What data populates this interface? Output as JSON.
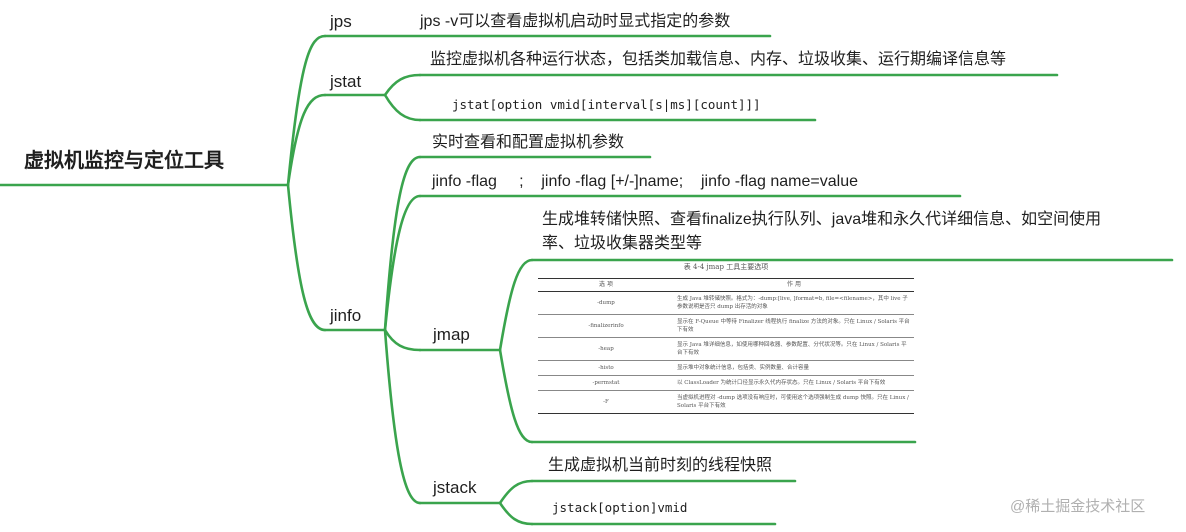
{
  "root": "虚拟机监控与定位工具",
  "nodes": {
    "jps": {
      "label": "jps",
      "desc": "jps -v可以查看虚拟机启动时显式指定的参数"
    },
    "jstat": {
      "label": "jstat",
      "desc": "监控虚拟机各种运行状态，包括类加载信息、内存、垃圾收集、运行期编译信息等",
      "code": "jstat[option vmid[interval[s|ms][count]]]"
    },
    "jinfo": {
      "label": "jinfo",
      "desc": "实时查看和配置虚拟机参数",
      "usage": "jinfo -flag     ;    jinfo -flag [+/-]name;    jinfo -flag name=value"
    },
    "jmap": {
      "label": "jmap",
      "desc_line1": "生成堆转储快照、查看finalize执行队列、java堆和永久代详细信息、如空间使用",
      "desc_line2": "率、垃圾收集器类型等",
      "table": {
        "caption": "表 4-4    jmap 工具主要选项",
        "headers": [
          "选    项",
          "作    用"
        ],
        "rows": [
          [
            "-dump",
            "生成 Java 堆转储快照。格式为：-dump:[live, ]format=b, file=<filename>，其中 live 子参数说明是否只 dump 出存活的对象"
          ],
          [
            "-finalizerinfo",
            "显示在 F-Queue 中等待 Finalizer 线程执行 finalize 方法的对象。只在 Linux / Solaris 平台下有效"
          ],
          [
            "-heap",
            "显示 Java 堆详细信息，如使用哪种回收器、参数配置、分代状况等。只在 Linux / Solaris 平台下有效"
          ],
          [
            "-histo",
            "显示堆中对象统计信息，包括类、实例数量、合计容量"
          ],
          [
            "-permstat",
            "以 ClassLoader 为统计口径显示永久代内存状态。只在 Linux / Solaris 平台下有效"
          ],
          [
            "-F",
            "当虚拟机进程对 -dump 选项没有响应时，可使用这个选项强制生成 dump 快照。只在 Linux / Solaris 平台下有效"
          ]
        ]
      }
    },
    "jstack": {
      "label": "jstack",
      "desc": "生成虚拟机当前时刻的线程快照",
      "code": "jstack[option]vmid"
    }
  },
  "watermark": "@稀土掘金技术社区",
  "colors": {
    "branch": "#3aa44d",
    "text": "#1f1f1f"
  }
}
